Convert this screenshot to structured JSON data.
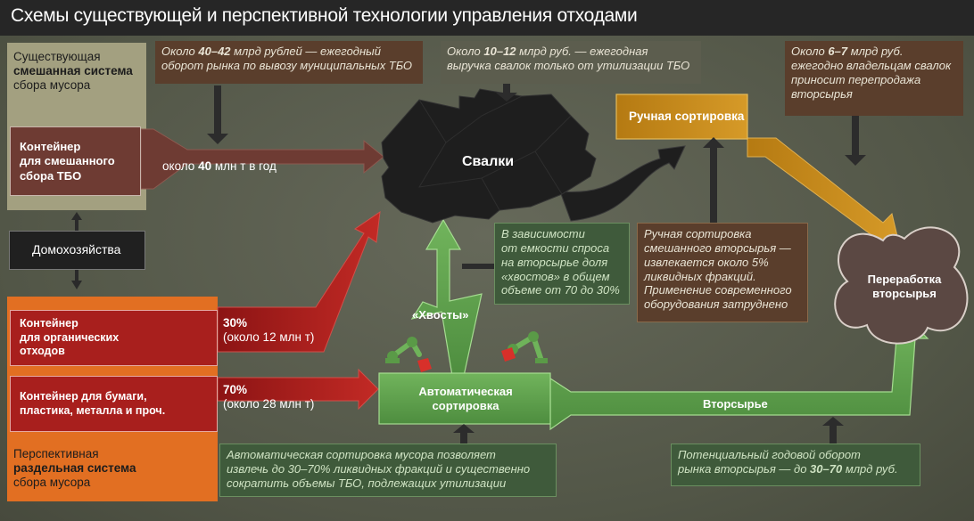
{
  "title": "Схемы существующей и перспективной технологии управления отходами",
  "existing_system": {
    "line1": "Существующая",
    "line2": "смешанная система",
    "line3": "сбора мусора"
  },
  "mixed_container": {
    "line1": "Контейнер",
    "line2": "для смешанного",
    "line3": "сбора ТБО"
  },
  "flow_mixed": {
    "pre": "около",
    "num": "40",
    "post": "млн т в год"
  },
  "households": "Домохозяйства",
  "organic_container": {
    "line1": "Контейнер",
    "line2": "для органических",
    "line3": "отходов"
  },
  "organic_flow": {
    "pct": "30%",
    "amount": "(около 12 млн т)"
  },
  "recyclable_container": {
    "line1": "Контейнер для бумаги,",
    "line2": "пластика, металла и проч."
  },
  "recyclable_flow": {
    "pct": "70%",
    "amount": "(около 28 млн т)"
  },
  "prospective_system": {
    "line1": "Перспективная",
    "line2": "раздельная система",
    "line3": "сбора мусора"
  },
  "landfills": "Свалки",
  "manual_sorting": "Ручная сортировка",
  "auto_sorting": {
    "line1": "Автоматическая",
    "line2": "сортировка"
  },
  "recycling": {
    "line1": "Переработка",
    "line2": "вторсырья"
  },
  "tails": "«Хвосты»",
  "secondary": "Вторсырье",
  "note_market": {
    "p1": "Около ",
    "num": "40–42",
    "p2": " млрд рублей — ежегодный",
    "line2": "оборот рынка по вывозу муниципальных ТБО"
  },
  "note_landfill_revenue": {
    "p1": "Около ",
    "num": "10–12",
    "p2": " млрд руб. — ежегодная",
    "line2": "выручка свалок только от утилизации ТБО"
  },
  "note_resale": {
    "p1": "Около ",
    "num": "6–7",
    "p2": " млрд руб.",
    "line2": "ежегодно владельцам свалок",
    "line3": "приносит перепродажа",
    "line4": "вторсырья"
  },
  "note_tails": {
    "line1": "В зависимости",
    "line2": "от емкости спроса",
    "line3": "на вторсырье доля",
    "line4": "«хвостов» в общем",
    "line5": "объеме от 70 до 30%"
  },
  "note_manual": {
    "line1": "Ручная сортировка",
    "line2": "смешанного вторсырья —",
    "line3": "извлекается около 5%",
    "line4": "ликвидных фракций.",
    "line5": "Применение современного",
    "line6": "оборудования затруднено"
  },
  "note_auto": {
    "line1": "Автоматическая сортировка мусора позволяет",
    "line2": "извлечь до 30–70% ликвидных фракций и существенно",
    "line3": "сократить объемы ТБО, подлежащих утилизации"
  },
  "note_potential": {
    "line1": "Потенциальный годовой оборот",
    "p1": "рынка вторсырья — до ",
    "num": "30–70",
    "p2": " млрд руб."
  },
  "colors": {
    "brown": "#6e3b33",
    "dark_red": "#a31e1e",
    "orange": "#e06a1e",
    "olive_panel": "#a19e7e",
    "gold": "#c58a18",
    "green": "#5fa04c",
    "black": "#1e1e1e",
    "note_bg": "#5a3e2c"
  }
}
